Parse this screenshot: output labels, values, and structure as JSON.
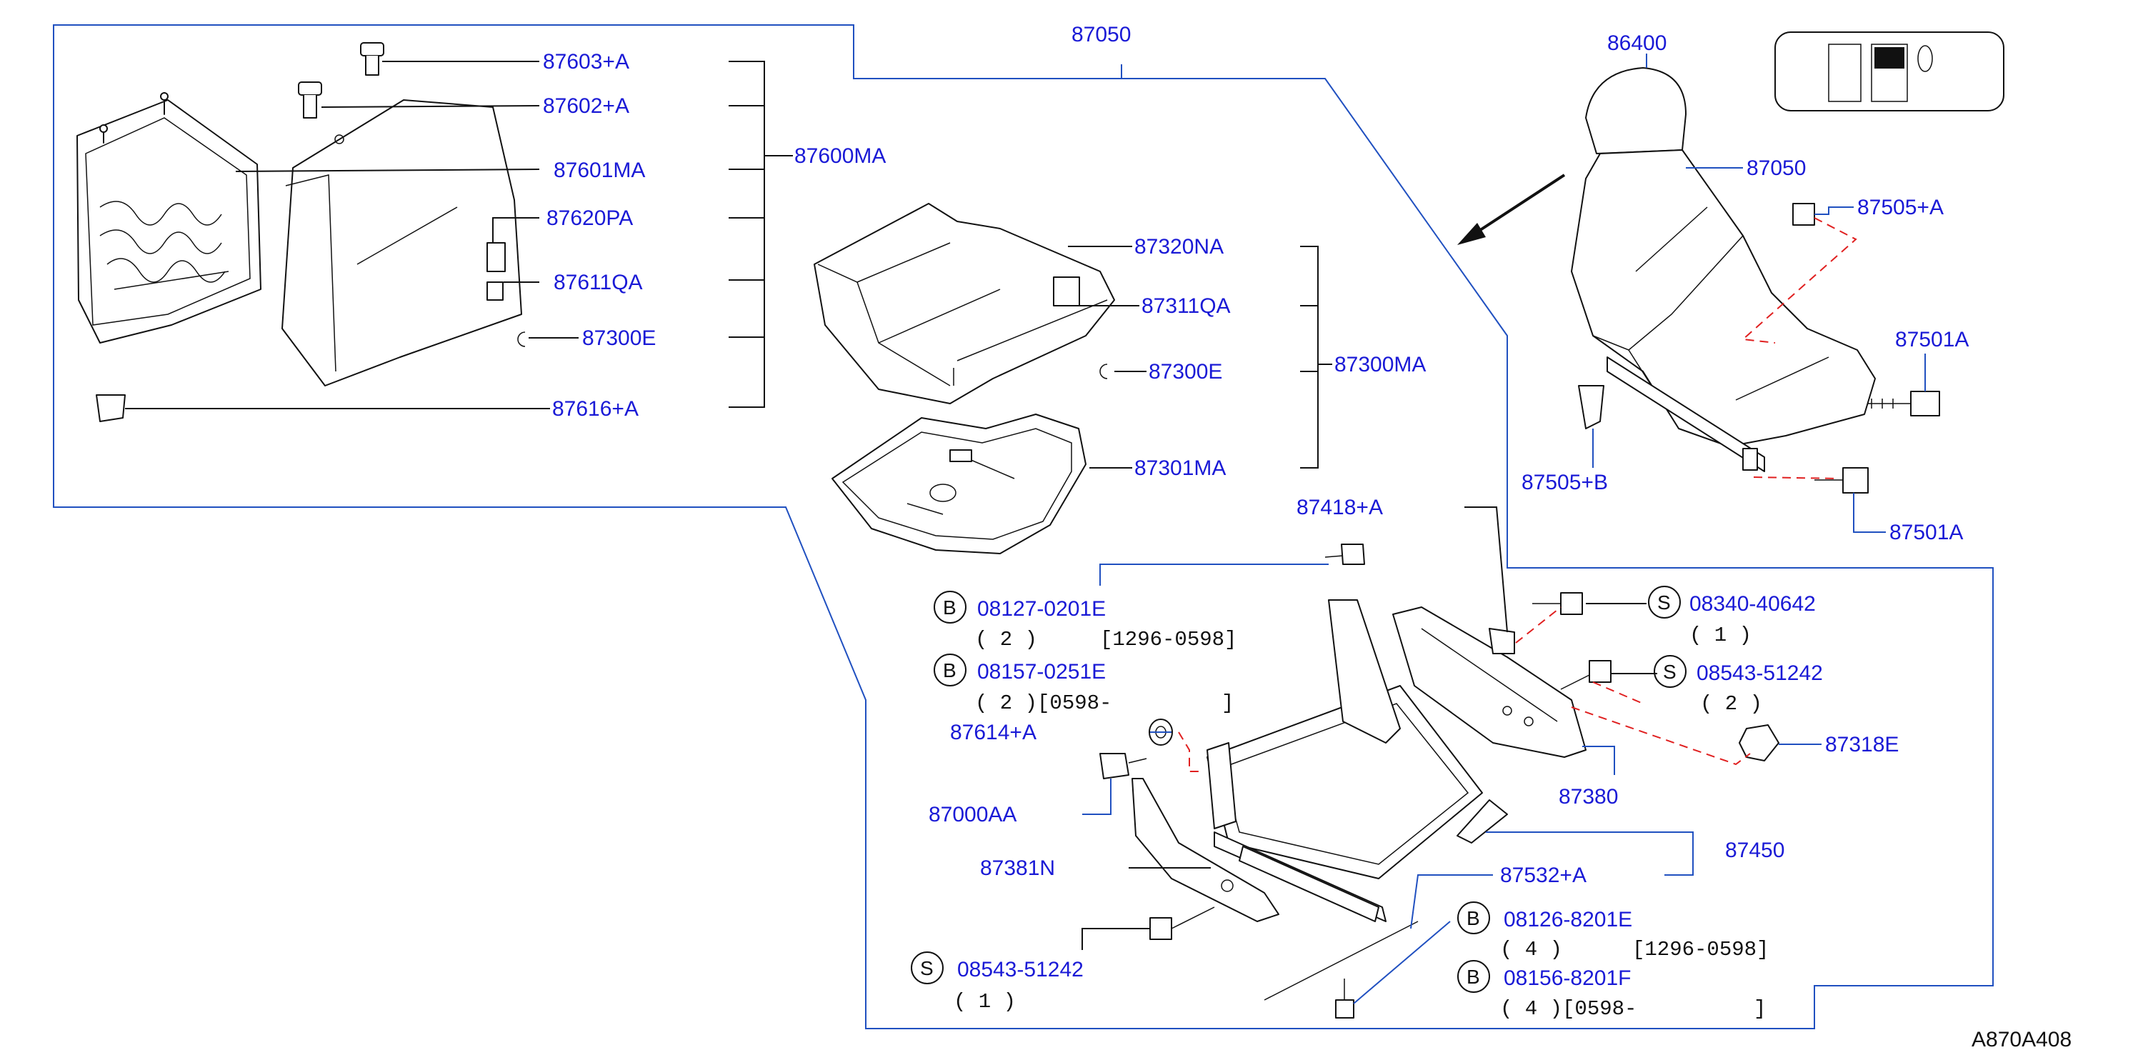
{
  "labels": {
    "p87050_top": "87050",
    "p87603": "87603+A",
    "p87602": "87602+A",
    "p87600": "87600MA",
    "p87601": "87601MA",
    "p87620": "87620PA",
    "p87611": "87611QA",
    "p87300e_a": "87300E",
    "p87616": "87616+A",
    "p87320": "87320NA",
    "p87311": "87311QA",
    "p87300e_b": "87300E",
    "p87300ma": "87300MA",
    "p87301": "87301MA",
    "p86400": "86400",
    "p87050_seat": "87050",
    "p87505a": "87505+A",
    "p87501a_1": "87501A",
    "p87505b": "87505+B",
    "p87501a_2": "87501A",
    "p87418": "87418+A",
    "p08127": "08127-0201E",
    "p08157": "08157-0251E",
    "p87614": "87614+A",
    "p87000": "87000AA",
    "p87381": "87381N",
    "p08543_left": "08543-51242",
    "p08340": "08340-40642",
    "p08543_right": "08543-51242",
    "p87318": "87318E",
    "p87380": "87380",
    "p87450": "87450",
    "p87532": "87532+A",
    "p08126": "08126-8201E",
    "p08156": "08156-8201F"
  },
  "quantities": {
    "q08127": "( 2 )",
    "d08127": "[1296-0598]",
    "q08157": "( 2 )[0598-",
    "d08157_end": "]",
    "q08543_left": "( 1 )",
    "q08340": "( 1 )",
    "q08543_right": "( 2 )",
    "q08126": "( 4 )",
    "d08126": "[1296-0598]",
    "q08156": "( 4 )[0598-",
    "d08156_end": "]"
  },
  "markers": {
    "bolt": "B",
    "screw": "S"
  },
  "reference_code": "A870A408"
}
